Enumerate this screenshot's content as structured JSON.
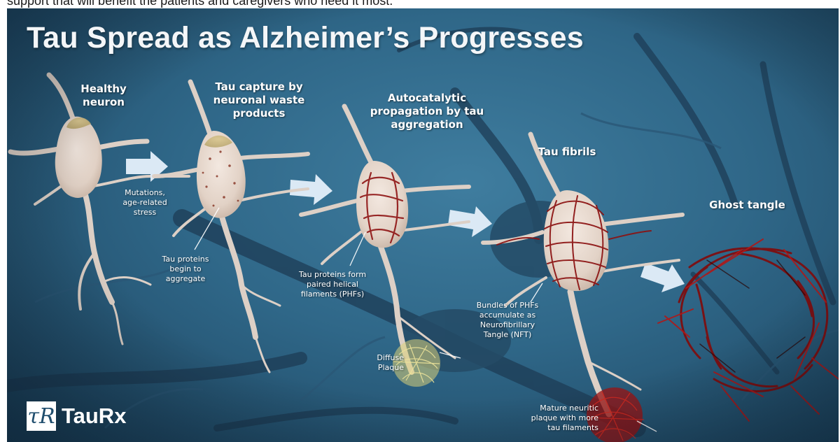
{
  "caption": {
    "top_text": "support that will benefit the patients and caregivers who need it most."
  },
  "slide": {
    "title": "Tau Spread as Alzheimer’s Progresses",
    "stages": [
      {
        "label_lines": [
          "Healthy",
          "neuron"
        ]
      },
      {
        "label_lines": [
          "Tau capture by",
          "neuronal waste",
          "products"
        ]
      },
      {
        "label_lines": [
          "Autocatalytic",
          "propagation by tau",
          "aggregation"
        ]
      },
      {
        "label_lines": [
          "Tau fibrils"
        ]
      },
      {
        "label_lines": [
          "Ghost tangle"
        ]
      }
    ],
    "notes": {
      "mutations": [
        "Mutations,",
        "age-related",
        "stress"
      ],
      "tau_begin": [
        "Tau proteins",
        "begin to",
        "aggregate"
      ],
      "phf": [
        "Tau proteins form",
        "paired helical",
        "filaments (PHFs)"
      ],
      "nft": [
        "Bundles of PHFs",
        "accumulate as",
        "Neurofibrillary",
        "Tangle (NFT)"
      ],
      "diffuse": [
        "Diffuse",
        "Plaque"
      ],
      "neuritic": [
        "Mature neuritic",
        "plaque with more",
        "tau filaments"
      ]
    },
    "logo": {
      "mark": "τR",
      "text": "TauRx"
    },
    "colors": {
      "background": "#2f6788",
      "arrow": "#dbe9f5",
      "neuron": "#e9dcd3",
      "tangle": "#9a1414",
      "diffuse_plaque": "#d8cf7a"
    }
  }
}
